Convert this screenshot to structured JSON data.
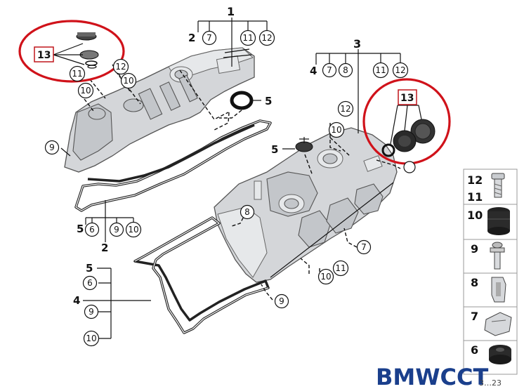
{
  "labels": {
    "top_left_assembly": "1",
    "right_assembly": "3",
    "gasket_set": "2",
    "seal_ring_a": "5",
    "seal_ring_b": "5",
    "seal_ring_c": "5",
    "gasket_left_5": "5",
    "legend_5": "5",
    "legend_4": "4",
    "sub_2": "2",
    "sub_4": "4",
    "cap_13_left": "13",
    "cap_13_right": "13"
  },
  "callouts": {
    "c7_top": "7",
    "c11_top": "11",
    "c12_top": "12",
    "c7_right": "7",
    "c8_right": "8",
    "c11_right": "11",
    "c12_right": "12",
    "c12_left": "12",
    "c10_left": "10",
    "c10_left2": "10",
    "c11_left": "11",
    "c9_left": "9",
    "c6_bottom": "6",
    "c9_bottom": "9",
    "c10_bottom": "10",
    "c12_mid": "12",
    "c10_mid": "10",
    "c8_mid": "8",
    "c7_mid": "7",
    "c10_low": "10",
    "c11_low": "11",
    "c9_low": "9",
    "c6_legend": "6",
    "c9_legend": "9",
    "c10_legend": "10"
  },
  "parts_legend": [
    {
      "top": "12",
      "bottom": "11"
    },
    {
      "top": "10"
    },
    {
      "top": "9"
    },
    {
      "top": "8"
    },
    {
      "top": "7"
    },
    {
      "top": "6"
    }
  ],
  "brand": {
    "text": "BMWCCT",
    "color_dark": "#1a3f8c",
    "color_light": "#5aa0e0"
  },
  "image_id": "3…23",
  "colors": {
    "highlight": "#d0121a",
    "metal": "#d4d6d9"
  }
}
